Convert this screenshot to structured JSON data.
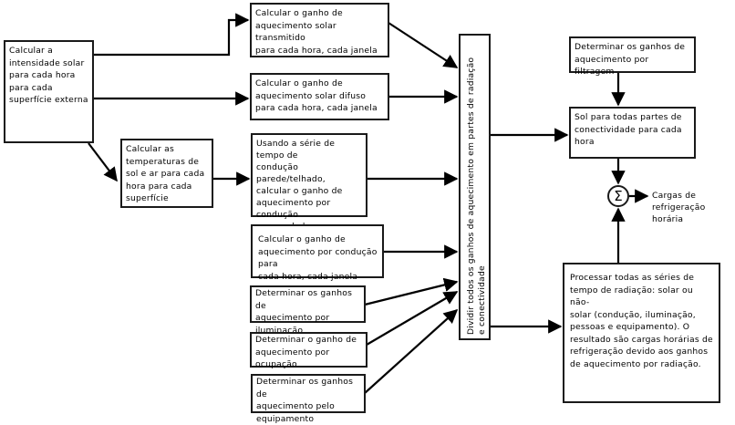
{
  "diagram": {
    "boxes": {
      "intensity": "Calcular a\nintensidade solar\npara cada hora\npara cada\nsuperfície externa",
      "transmitted": "Calcular o ganho de\naquecimento solar transmitido\npara cada hora, cada janela",
      "diffuse": "Calcular o ganho de\naquecimento solar difuso\npara cada hora, cada janela",
      "sol_air_temp": "Calcular as\ntemperaturas de\nsol e ar para cada\nhora para cada\nsuperfície",
      "wall_conduction": "Usando a série de tempo de\ncondução parede/telhado,\ncalcular o ganho de\naquecimento por condução\npara cada hora, para cada\nsuperfície externa.",
      "window_conduction": "Calcular o ganho de\naquecimento por condução para\ncada hora, cada janela",
      "lighting": "Determinar os ganhos de\naquecimento por\niluminação",
      "occupancy": "Determinar o ganho de\naquecimento por\nocupação",
      "equipment": "Determinar os ganhos de\naquecimento pelo\nequipamento",
      "split": "Dividir todos os ganhos de aquecimento em partes de radiação\ne conectividade",
      "infiltration": "Determinar os ganhos de\naquecimento por filtragem",
      "sum_convective": "Sol para todas partes de\nconectividade para cada\nhora",
      "radiant_process": "Processar todas as séries de\ntempo de radiação: solar ou não-\nsolar (condução, iluminação,\npessoas e equipamento). O\nresultado são cargas horárias de\nrefrigeração devido aos ganhos\nde aquecimento por radiação."
    },
    "sum_symbol": "Σ",
    "output_label": "Cargas de\nrefrigeração horária"
  }
}
